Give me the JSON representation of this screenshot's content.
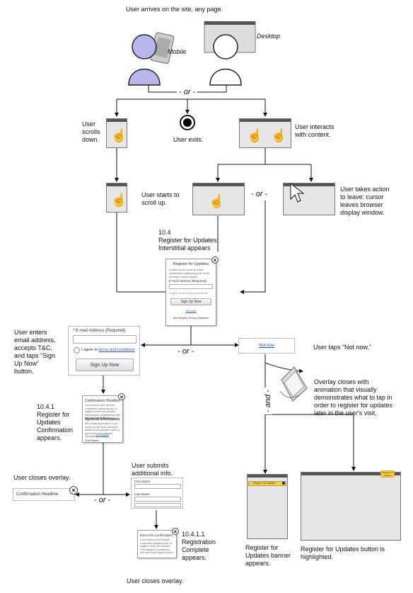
{
  "nodes": {
    "start": "User arrives on the site, any page.",
    "mobile": "Mobile",
    "desktop": "Desktop",
    "exit": "User exits.",
    "scroll_down": "User\nscrolls\ndown.",
    "interacts": "User interacts\nwith content.",
    "scroll_up": "User starts to\nscroll up.",
    "leave": "User takes action\nto leave: cursor\nleaves browser\ndisplay window.",
    "interstitial": "10.4\nRegister for Updates\nInterstitial appears",
    "enters": "User enters\nemail address,\naccepts T&C,\nand taps “Sign\nUp Now”\nbutton.",
    "taps_not_now": "User taps “Not now.”",
    "overlay_closes": "Overlay closes with\nanimation that visually\ndemonstrates what to tap in\norder to register for updates\nlater in the user's visit.",
    "confirmation": "10.4.1\nRegister for\nUpdates\nConfirmation\nappears.",
    "submits": "User submits\nadditional info.",
    "closes_overlay": "User closes overlay.",
    "complete": "10.4.1.1\nRegistration\nComplete\nappears.",
    "closes_overlay_2": "User closes overlay.",
    "banner_appears": "Register for\nUpdates banner\nappears.",
    "button_highlighted": "Register for Updates button is\nhighlighted."
  },
  "connectors": {
    "or": "- or -",
    "and": "- and -"
  },
  "interstitial_card": {
    "title": "Register for Updates",
    "body": "Lorem ipsum dolor sit amet, consectetur adipiscing elit. Nulla interdum metus augue.",
    "email_label": "E-mail Address (Required)",
    "agree": "I agree to terms and conditions",
    "button": "Sign Up Now",
    "not_now": "Not now",
    "privacy": "See Morgan's Privacy Statement"
  },
  "zoom_form": {
    "email_label": "* E-mail Address (Required)",
    "agree_prefix": "I agree to ",
    "agree_link": "terms and conditions",
    "button": "Sign Up Now"
  },
  "not_now_box": "Not now",
  "confirm_card": {
    "title": "Confirmation Headline",
    "body": "Lorem ipsum dolor sit amet, consectetur adipiscing elit. Ut sagittis a tortor nec sodales. Pellentesque condimentum nibh quis nulla feugiat pretium.",
    "optional": "Optional Information",
    "optional_body": "We'd really appreciate it if you would provide some additional details about yourself to help us get you the most relevant information.",
    "no_thanks": "No thanks",
    "first_name": "First Name"
  },
  "form_zoom": {
    "first": "First Name",
    "last": "Last Name"
  },
  "closed_box": "Confirmation Headline",
  "complete_card": {
    "title": "Extra Info Confirmation",
    "body": "Lorem ipsum dolor sit amet, consectetur adipiscing elit. Ut sagittis a tortor nec sodales. Pellentesque condimentum nibh quis nulla feugiat pretium."
  },
  "banner": {
    "label": "Register for Updates"
  },
  "highlight_button": "Register for Updates"
}
